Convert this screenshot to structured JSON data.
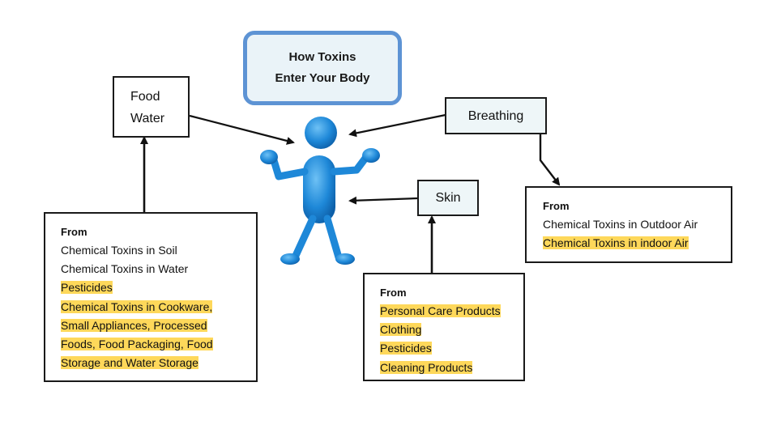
{
  "title": {
    "line1": "How Toxins",
    "line2": "Enter Your Body"
  },
  "food_water": {
    "line1": "Food",
    "line2": "Water"
  },
  "breathing": {
    "label": "Breathing"
  },
  "skin": {
    "label": "Skin"
  },
  "food_sources": {
    "heading": "From",
    "items": [
      {
        "text": "Chemical Toxins in Soil",
        "highlighted": false
      },
      {
        "text": "Chemical Toxins in Water",
        "highlighted": false
      },
      {
        "text": "Pesticides",
        "highlighted": true
      },
      {
        "text": "Chemical Toxins in Cookware,",
        "highlighted": true
      },
      {
        "text": "Small Appliances, Processed",
        "highlighted": true
      },
      {
        "text": "Foods, Food Packaging, Food",
        "highlighted": true
      },
      {
        "text": "Storage and Water Storage",
        "highlighted": true
      }
    ]
  },
  "skin_sources": {
    "heading": "From",
    "items": [
      {
        "text": "Personal Care Products",
        "highlighted": true
      },
      {
        "text": "Clothing",
        "highlighted": true
      },
      {
        "text": "Pesticides",
        "highlighted": true
      },
      {
        "text": "Cleaning Products",
        "highlighted": true
      }
    ]
  },
  "air_sources": {
    "heading": "From",
    "items": [
      {
        "text": "Chemical Toxins in Outdoor Air",
        "highlighted": false
      },
      {
        "text": "Chemical Toxins in indoor Air",
        "highlighted": true
      }
    ]
  },
  "colors": {
    "figure": "#1e88d8",
    "title_border": "#5d93d4",
    "highlight": "#fed85a"
  },
  "icons": {
    "figure": "stick-person-figure"
  }
}
